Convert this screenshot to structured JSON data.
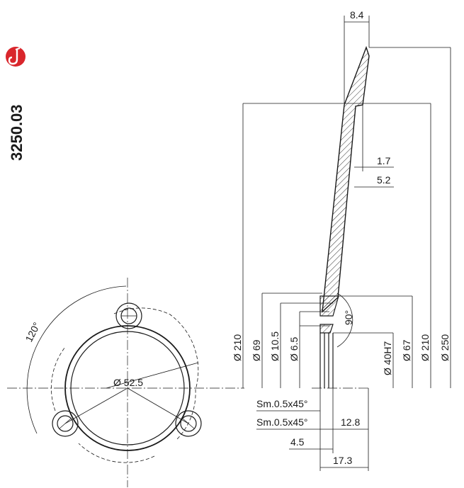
{
  "part_number": "3250.03",
  "brand_icon": "saxophone-icon",
  "brand_color": "#d9262c",
  "labels": {
    "top_width": "8.4",
    "offset_1_7": "1.7",
    "offset_5_2": "5.2",
    "dia_210_left": "Ø 210",
    "dia_69": "Ø 69",
    "dia_10_5": "Ø 10.5",
    "dia_6_5": "Ø 6.5",
    "angle_90": "90°",
    "dia_40h7": "Ø 40H7",
    "dia_67": "Ø 67",
    "dia_210_right": "Ø 210",
    "dia_250": "Ø 250",
    "chamfer_1": "Sm.0.5x45°",
    "chamfer_2": "Sm.0.5x45°",
    "len_12_8": "12.8",
    "len_4_5": "4.5",
    "len_17_3": "17.3",
    "front_dia": "Ø 52.5",
    "angle_120": "120°"
  }
}
